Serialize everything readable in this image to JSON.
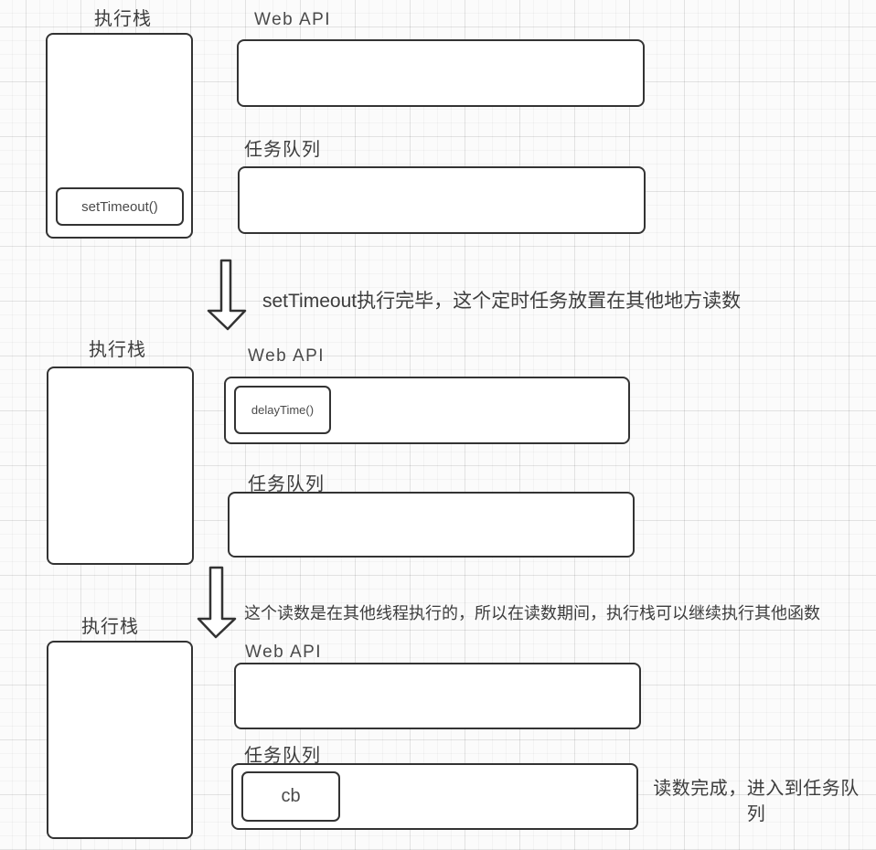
{
  "stages": [
    {
      "stack_label": "执行栈",
      "web_api_label": "Web API",
      "queue_label": "任务队列",
      "stack_items": [
        "setTimeout()"
      ],
      "web_api_items": [],
      "queue_items": []
    },
    {
      "stack_label": "执行栈",
      "web_api_label": "Web API",
      "queue_label": "任务队列",
      "stack_items": [],
      "web_api_items": [
        "delayTime()"
      ],
      "queue_items": []
    },
    {
      "stack_label": "执行栈",
      "web_api_label": "Web API",
      "queue_label": "任务队列",
      "stack_items": [],
      "web_api_items": [],
      "queue_items": [
        "cb"
      ]
    }
  ],
  "annotations": {
    "step1": "setTimeout执行完毕，这个定时任务放置在其他地方读数",
    "step2": "这个读数是在其他线程执行的，所以在读数期间，执行栈可以继续执行其他函数",
    "queue_done_note": "读数完成，进入到任务队列"
  },
  "colors": {
    "stroke": "#333333",
    "text": "#3d3d3d",
    "background": "#fbfbfb"
  }
}
